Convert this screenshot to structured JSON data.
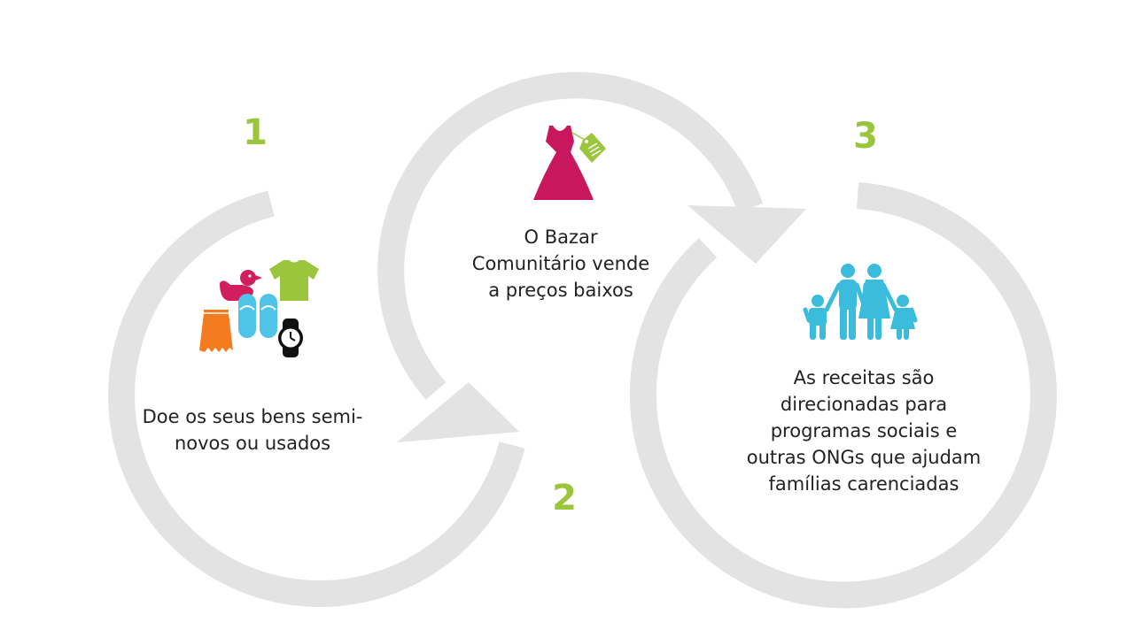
{
  "colors": {
    "arc": "#e3e3e3",
    "number": "#9bc53d",
    "text": "#222222",
    "donate_duck": "#d11f5e",
    "donate_shirt": "#9bc53d",
    "donate_skirt": "#f47b20",
    "donate_slippers": "#4fc3e8",
    "donate_watch": "#111111",
    "dress": "#c8175d",
    "tag": "#9bc53d",
    "family": "#3bbcdc"
  },
  "steps": [
    {
      "number": "1",
      "text": "Doe os seus bens semi-\nnovos ou usados",
      "icon": "donated-items-icon"
    },
    {
      "number": "2",
      "text": "O Bazar\nComunitário vende\na preços baixos",
      "icon": "dress-tag-icon"
    },
    {
      "number": "3",
      "text": "As receitas são\ndirecionadas para\nprogramas sociais e\noutras ONGs que ajudam\nfamílias carenciadas",
      "icon": "family-icon"
    }
  ]
}
